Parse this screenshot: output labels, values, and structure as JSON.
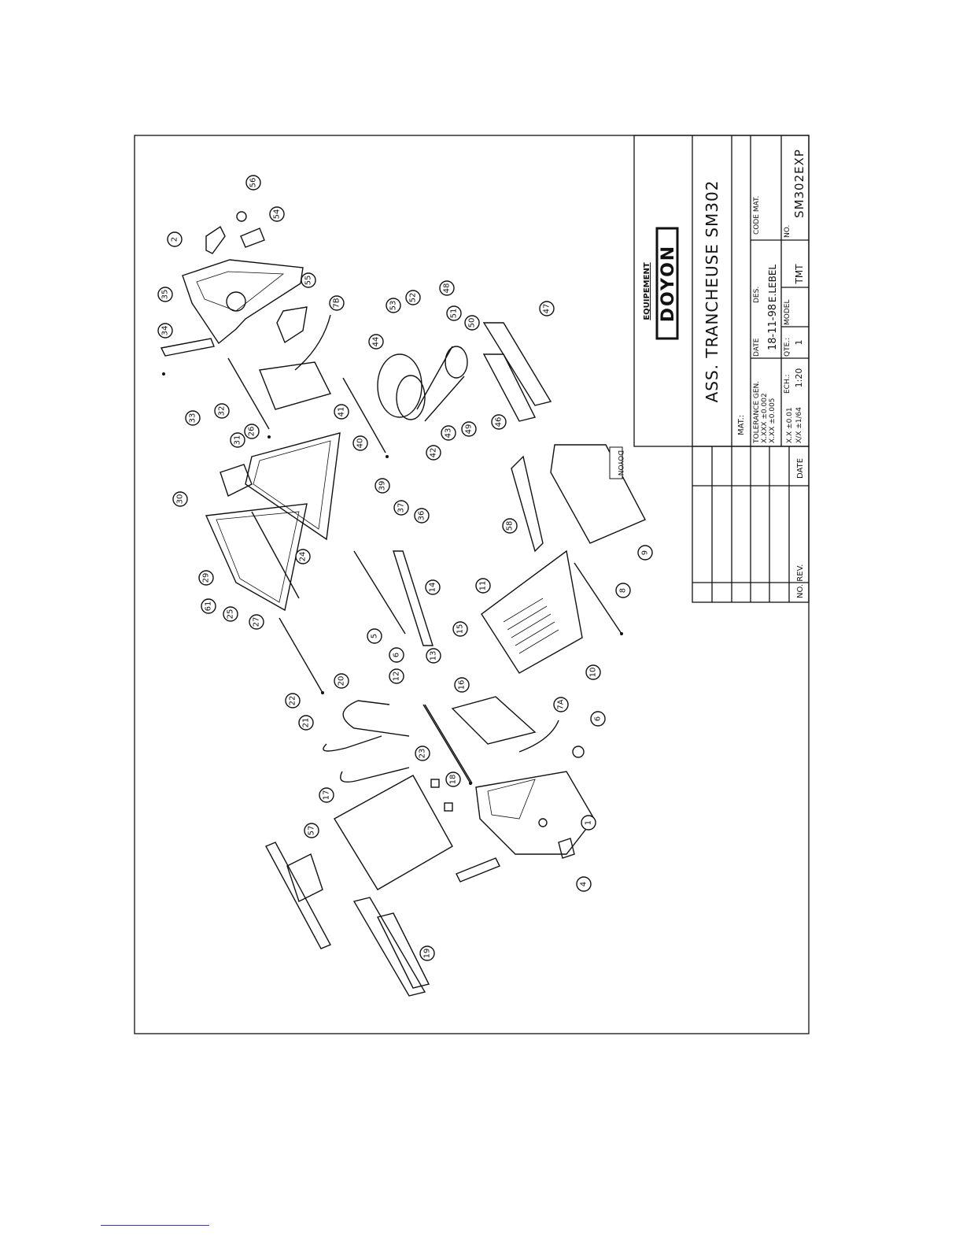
{
  "title_block": {
    "brand_top": "EQUIPEMENT",
    "brand_main": "DOYON",
    "assembly_title": "ASS. TRANCHEUSE SM302",
    "mat_label": "MAT.:",
    "tolerance_label": "TOLERANCE GEN.",
    "tolerances": [
      "X.XXX  ±0.002",
      "X.XX  ±0.005",
      "X.X  ±0.01",
      "X/X  ±1/64"
    ],
    "date_label": "DATE",
    "date_value": "18-11-98",
    "des_label": "DES.",
    "des_value": "E.LEBEL",
    "code_mat_label": "CODE MAT.",
    "ech_label": "ECH.:",
    "ech_value": "1:20",
    "qte_label": "QTE.:",
    "qte_value": "1",
    "model_label": "MODEL",
    "model_value": "TMT",
    "no_label": "NO.",
    "no_value": "SM302EXP"
  },
  "revision_block": {
    "no_rev_label": "NO. REV.",
    "date_label": "DATE"
  },
  "side_label": "DOYON",
  "callouts": [
    "56",
    "54",
    "2",
    "35",
    "55",
    "7B",
    "34",
    "33",
    "32",
    "31",
    "26",
    "41",
    "40",
    "53",
    "52",
    "48",
    "51",
    "50",
    "44",
    "47",
    "30",
    "29",
    "61",
    "25",
    "27",
    "24",
    "39",
    "37",
    "36",
    "42",
    "43",
    "49",
    "46",
    "5",
    "14",
    "6",
    "13",
    "12",
    "15",
    "11",
    "58",
    "9",
    "8",
    "10",
    "22",
    "20",
    "21",
    "23",
    "16",
    "7A",
    "6",
    "18",
    "17",
    "1",
    "4",
    "57",
    "19"
  ]
}
